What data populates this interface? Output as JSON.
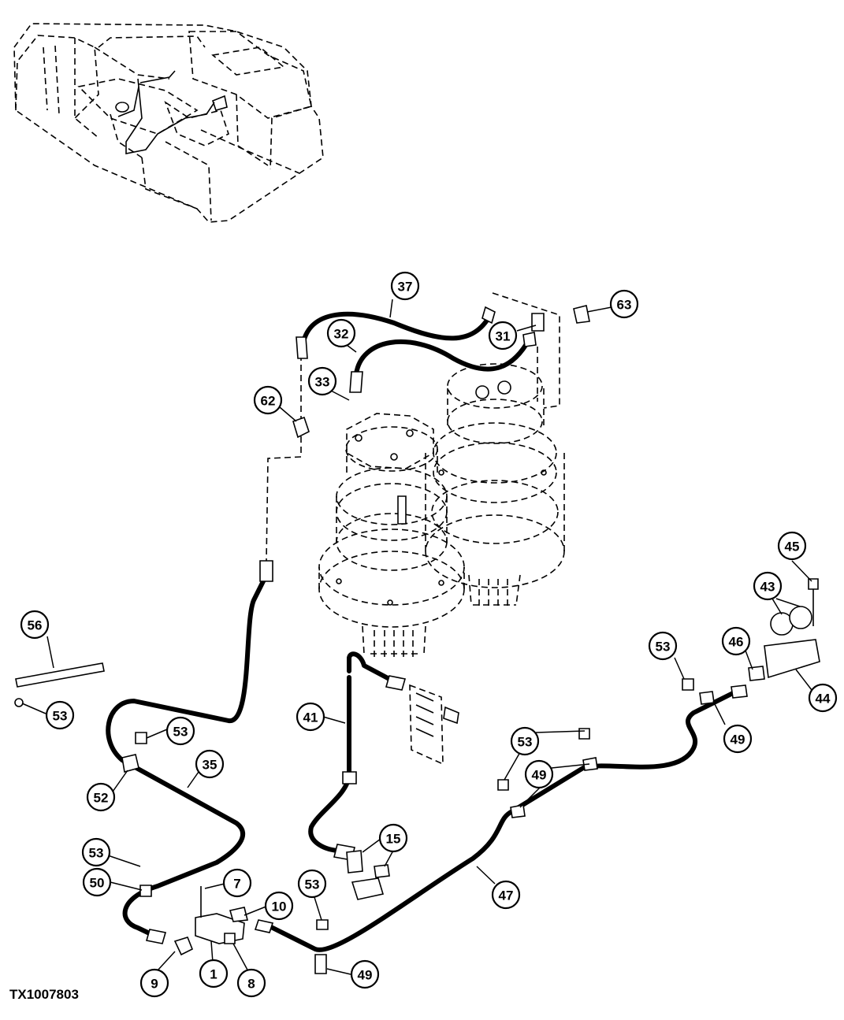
{
  "figure_id": "TX1007803",
  "callouts": {
    "c1": "1",
    "c7": "7",
    "c8": "8",
    "c9": "9",
    "c10": "10",
    "c15": "15",
    "c31": "31",
    "c32": "32",
    "c33": "33",
    "c35": "35",
    "c37": "37",
    "c41": "41",
    "c43": "43",
    "c44": "44",
    "c45": "45",
    "c46": "46",
    "c47": "47",
    "c49": "49",
    "c50": "50",
    "c52": "52",
    "c53": "53",
    "c56": "56",
    "c62": "62",
    "c63": "63"
  }
}
